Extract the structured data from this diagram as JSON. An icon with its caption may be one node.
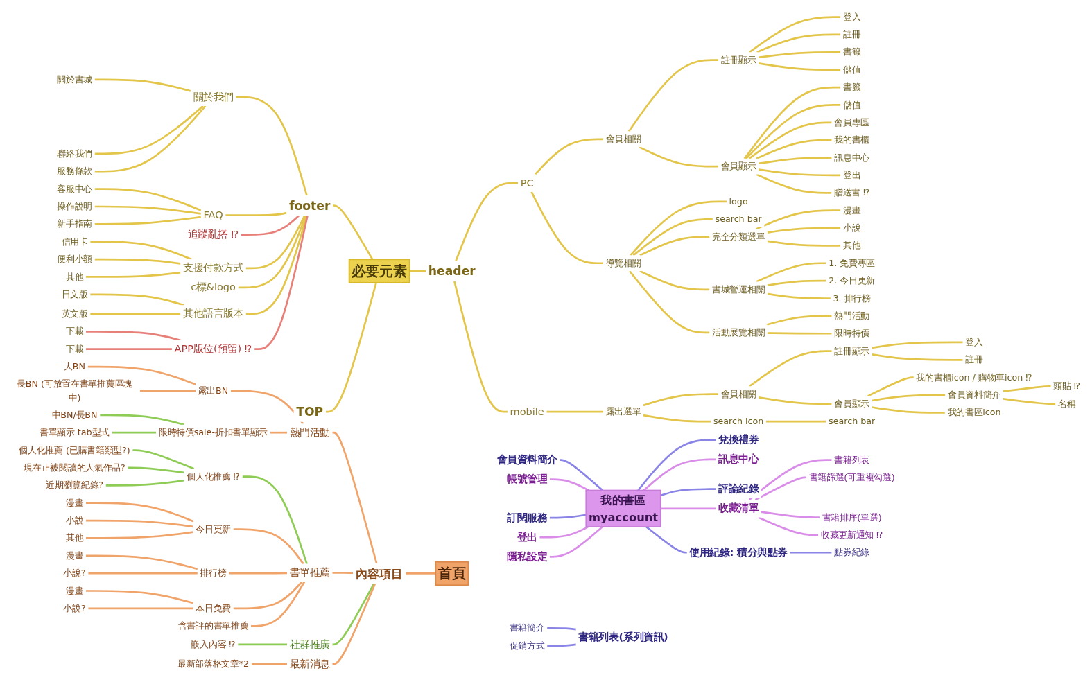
{
  "diagram": {
    "nodes": [
      {
        "text": [
          "必要元素"
        ]
      },
      {
        "text": [
          "header"
        ]
      },
      {
        "text": [
          "PC"
        ]
      },
      {
        "text": [
          "會員相關"
        ]
      },
      {
        "text": [
          "註冊顯示"
        ]
      },
      {
        "text": [
          "登入"
        ]
      },
      {
        "text": [
          "註冊"
        ]
      },
      {
        "text": [
          "書籤"
        ]
      },
      {
        "text": [
          "儲值"
        ]
      },
      {
        "text": [
          "會員顯示"
        ]
      },
      {
        "text": [
          "書籤"
        ]
      },
      {
        "text": [
          "儲值"
        ]
      },
      {
        "text": [
          "會員專區"
        ]
      },
      {
        "text": [
          "我的書櫃"
        ]
      },
      {
        "text": [
          "訊息中心"
        ]
      },
      {
        "text": [
          "登出"
        ]
      },
      {
        "text": [
          "贈送書 ⁉"
        ]
      },
      {
        "text": [
          "導覽相關"
        ]
      },
      {
        "text": [
          "logo"
        ]
      },
      {
        "text": [
          "search bar"
        ]
      },
      {
        "text": [
          "完全分類選單"
        ]
      },
      {
        "text": [
          "漫畫"
        ]
      },
      {
        "text": [
          "小說"
        ]
      },
      {
        "text": [
          "其他"
        ]
      },
      {
        "text": [
          "書城營運相關"
        ]
      },
      {
        "text": [
          "1. 免費專區"
        ]
      },
      {
        "text": [
          "2. 今日更新"
        ]
      },
      {
        "text": [
          "3. 排行榜"
        ]
      },
      {
        "text": [
          "活動展覽相關"
        ]
      },
      {
        "text": [
          "熱門活動"
        ]
      },
      {
        "text": [
          "限時特價"
        ]
      },
      {
        "text": [
          "mobile"
        ]
      },
      {
        "text": [
          "露出選單"
        ]
      },
      {
        "text": [
          "會員相關"
        ]
      },
      {
        "text": [
          "註冊顯示"
        ]
      },
      {
        "text": [
          "登入"
        ]
      },
      {
        "text": [
          "註冊"
        ]
      },
      {
        "text": [
          "會員顯示"
        ]
      },
      {
        "text": [
          "我的書櫃icon / 購物車icon ⁉"
        ]
      },
      {
        "text": [
          "會員資料簡介"
        ]
      },
      {
        "text": [
          "頭貼 ⁉"
        ]
      },
      {
        "text": [
          "名稱"
        ]
      },
      {
        "text": [
          "我的書區icon"
        ]
      },
      {
        "text": [
          "search icon"
        ]
      },
      {
        "text": [
          "search bar"
        ]
      },
      {
        "text": [
          "footer"
        ]
      },
      {
        "text": [
          "關於我們"
        ]
      },
      {
        "text": [
          "關於書城"
        ]
      },
      {
        "text": [
          "聯絡我們"
        ]
      },
      {
        "text": [
          "服務條款"
        ]
      },
      {
        "text": [
          "FAQ"
        ]
      },
      {
        "text": [
          "客服中心"
        ]
      },
      {
        "text": [
          "操作說明"
        ]
      },
      {
        "text": [
          "新手指南"
        ]
      },
      {
        "text": [
          "追蹤亂搭 ⁉"
        ]
      },
      {
        "text": [
          "支援付款方式"
        ]
      },
      {
        "text": [
          "信用卡"
        ]
      },
      {
        "text": [
          "便利小額"
        ]
      },
      {
        "text": [
          "其他"
        ]
      },
      {
        "text": [
          "c標&logo"
        ]
      },
      {
        "text": [
          "其他語言版本"
        ]
      },
      {
        "text": [
          "日文版"
        ]
      },
      {
        "text": [
          "英文版"
        ]
      },
      {
        "text": [
          "APP版位(預留) ⁉"
        ]
      },
      {
        "text": [
          "下載"
        ]
      },
      {
        "text": [
          "下載"
        ]
      },
      {
        "text": [
          "TOP"
        ]
      },
      {
        "text": [
          "首頁"
        ]
      },
      {
        "text": [
          "內容項目"
        ]
      },
      {
        "text": [
          "熱門活動"
        ]
      },
      {
        "text": [
          "露出BN"
        ]
      },
      {
        "text": [
          "大BN"
        ]
      },
      {
        "text": [
          "長BN (可放置在書單推薦區塊中)"
        ]
      },
      {
        "text": [
          "限時特價sale-折扣書單顯示"
        ]
      },
      {
        "text": [
          "中BN/長BN"
        ]
      },
      {
        "text": [
          "書單顯示 tab型式"
        ]
      },
      {
        "text": [
          "書單推薦"
        ]
      },
      {
        "text": [
          "個人化推薦 ⁉"
        ]
      },
      {
        "text": [
          "個人化推薦 (已購書籍類型?)"
        ]
      },
      {
        "text": [
          "現在正被閱讀的人氣作品?"
        ]
      },
      {
        "text": [
          "近期瀏覽紀錄?"
        ]
      },
      {
        "text": [
          "今日更新"
        ]
      },
      {
        "text": [
          "漫畫"
        ]
      },
      {
        "text": [
          "小說"
        ]
      },
      {
        "text": [
          "其他"
        ]
      },
      {
        "text": [
          "排行榜"
        ]
      },
      {
        "text": [
          "漫畫"
        ]
      },
      {
        "text": [
          "小說?"
        ]
      },
      {
        "text": [
          "本日免費"
        ]
      },
      {
        "text": [
          "漫畫"
        ]
      },
      {
        "text": [
          "小說?"
        ]
      },
      {
        "text": [
          "含書評的書單推薦"
        ]
      },
      {
        "text": [
          "社群推廣"
        ]
      },
      {
        "text": [
          "嵌入內容 ⁉"
        ]
      },
      {
        "text": [
          "最新消息"
        ]
      },
      {
        "text": [
          "最新部落格文章*2"
        ]
      },
      {
        "text": [
          "我的書區",
          "myaccount"
        ]
      },
      {
        "text": [
          "會員資料簡介"
        ]
      },
      {
        "text": [
          "帳號管理"
        ]
      },
      {
        "text": [
          "訂閱服務"
        ]
      },
      {
        "text": [
          "登出"
        ]
      },
      {
        "text": [
          "隱私設定"
        ]
      },
      {
        "text": [
          "兌換禮券"
        ]
      },
      {
        "text": [
          "訊息中心"
        ]
      },
      {
        "text": [
          "評論紀錄"
        ]
      },
      {
        "text": [
          "收藏清單"
        ]
      },
      {
        "text": [
          "書籍列表"
        ]
      },
      {
        "text": [
          "書籍篩選(可重複勾選)"
        ]
      },
      {
        "text": [
          "書籍排序(單選)"
        ]
      },
      {
        "text": [
          "收藏更新通知 ⁉"
        ]
      },
      {
        "text": [
          "使用紀錄: 積分與點券"
        ]
      },
      {
        "text": [
          "點券紀錄"
        ]
      },
      {
        "text": [
          "書籍列表(系列資訊)"
        ]
      },
      {
        "text": [
          "書籍簡介"
        ]
      },
      {
        "text": [
          "促銷方式"
        ]
      }
    ],
    "edges": [
      {
        "from": 0,
        "to": 1,
        "arrow": "none"
      },
      {
        "from": 1,
        "to": 2,
        "arrow": "none"
      },
      {
        "from": 2,
        "to": 3,
        "arrow": "none"
      },
      {
        "from": 3,
        "to": 4,
        "arrow": "none"
      },
      {
        "from": 4,
        "to": 5,
        "arrow": "none"
      },
      {
        "from": 4,
        "to": 6,
        "arrow": "none"
      },
      {
        "from": 4,
        "to": 7,
        "arrow": "none"
      },
      {
        "from": 4,
        "to": 8,
        "arrow": "none"
      },
      {
        "from": 3,
        "to": 9,
        "arrow": "none"
      },
      {
        "from": 9,
        "to": 10,
        "arrow": "none"
      },
      {
        "from": 9,
        "to": 11,
        "arrow": "none"
      },
      {
        "from": 9,
        "to": 12,
        "arrow": "none"
      },
      {
        "from": 9,
        "to": 13,
        "arrow": "none"
      },
      {
        "from": 9,
        "to": 14,
        "arrow": "none"
      },
      {
        "from": 9,
        "to": 15,
        "arrow": "none"
      },
      {
        "from": 9,
        "to": 16,
        "arrow": "none"
      },
      {
        "from": 2,
        "to": 17,
        "arrow": "none"
      },
      {
        "from": 17,
        "to": 18,
        "arrow": "none"
      },
      {
        "from": 17,
        "to": 19,
        "arrow": "none"
      },
      {
        "from": 17,
        "to": 20,
        "arrow": "none"
      },
      {
        "from": 20,
        "to": 21,
        "arrow": "none"
      },
      {
        "from": 20,
        "to": 22,
        "arrow": "none"
      },
      {
        "from": 20,
        "to": 23,
        "arrow": "none"
      },
      {
        "from": 17,
        "to": 24,
        "arrow": "none"
      },
      {
        "from": 24,
        "to": 25,
        "arrow": "none"
      },
      {
        "from": 24,
        "to": 26,
        "arrow": "none"
      },
      {
        "from": 24,
        "to": 27,
        "arrow": "none"
      },
      {
        "from": 17,
        "to": 28,
        "arrow": "none"
      },
      {
        "from": 28,
        "to": 29,
        "arrow": "none"
      },
      {
        "from": 28,
        "to": 30,
        "arrow": "none"
      },
      {
        "from": 1,
        "to": 31,
        "arrow": "none"
      },
      {
        "from": 31,
        "to": 32,
        "arrow": "none"
      },
      {
        "from": 32,
        "to": 33,
        "arrow": "none"
      },
      {
        "from": 33,
        "to": 34,
        "arrow": "none"
      },
      {
        "from": 34,
        "to": 35,
        "arrow": "none"
      },
      {
        "from": 34,
        "to": 36,
        "arrow": "none"
      },
      {
        "from": 33,
        "to": 37,
        "arrow": "none"
      },
      {
        "from": 37,
        "to": 38,
        "arrow": "none"
      },
      {
        "from": 37,
        "to": 39,
        "arrow": "none"
      },
      {
        "from": 39,
        "to": 40,
        "arrow": "none"
      },
      {
        "from": 39,
        "to": 41,
        "arrow": "none"
      },
      {
        "from": 37,
        "to": 42,
        "arrow": "none"
      },
      {
        "from": 32,
        "to": 43,
        "arrow": "none"
      },
      {
        "from": 43,
        "to": 44,
        "arrow": "none"
      },
      {
        "from": 0,
        "to": 45,
        "arrow": "none"
      },
      {
        "from": 45,
        "to": 46,
        "arrow": "none"
      },
      {
        "from": 46,
        "to": 47,
        "arrow": "none"
      },
      {
        "from": 46,
        "to": 48,
        "arrow": "none"
      },
      {
        "from": 46,
        "to": 49,
        "arrow": "none"
      },
      {
        "from": 45,
        "to": 50,
        "arrow": "none"
      },
      {
        "from": 50,
        "to": 51,
        "arrow": "none"
      },
      {
        "from": 50,
        "to": 52,
        "arrow": "none"
      },
      {
        "from": 50,
        "to": 53,
        "arrow": "none"
      },
      {
        "from": 45,
        "to": 54,
        "arrow": "none",
        "color": "#e8807a"
      },
      {
        "from": 45,
        "to": 55,
        "arrow": "none"
      },
      {
        "from": 55,
        "to": 56,
        "arrow": "none"
      },
      {
        "from": 55,
        "to": 57,
        "arrow": "none"
      },
      {
        "from": 55,
        "to": 58,
        "arrow": "none"
      },
      {
        "from": 45,
        "to": 59,
        "arrow": "none"
      },
      {
        "from": 45,
        "to": 60,
        "arrow": "none"
      },
      {
        "from": 60,
        "to": 61,
        "arrow": "none"
      },
      {
        "from": 60,
        "to": 62,
        "arrow": "none"
      },
      {
        "from": 45,
        "to": 63,
        "arrow": "none",
        "color": "#e8807a"
      },
      {
        "from": 63,
        "to": 64,
        "arrow": "none",
        "color": "#e8807a"
      },
      {
        "from": 63,
        "to": 65,
        "arrow": "none",
        "color": "#e8807a"
      },
      {
        "from": 0,
        "to": 66,
        "arrow": "none"
      },
      {
        "from": 67,
        "to": 68,
        "arrow": "none",
        "color": "#f0a46a"
      },
      {
        "from": 68,
        "to": 69,
        "arrow": "none",
        "color": "#f0a46a"
      },
      {
        "from": 69,
        "to": 70,
        "arrow": "none",
        "color": "#f0a46a"
      },
      {
        "from": 70,
        "to": 71,
        "arrow": "none",
        "color": "#f0a46a"
      },
      {
        "from": 70,
        "to": 72,
        "arrow": "none",
        "color": "#f0a46a"
      },
      {
        "from": 69,
        "to": 73,
        "arrow": "none",
        "color": "#f0a46a"
      },
      {
        "from": 73,
        "to": 74,
        "arrow": "none",
        "color": "#8fcc55"
      },
      {
        "from": 73,
        "to": 75,
        "arrow": "none",
        "color": "#8fcc55"
      },
      {
        "from": 68,
        "to": 76,
        "arrow": "none",
        "color": "#f0a46a"
      },
      {
        "from": 76,
        "to": 77,
        "arrow": "none",
        "color": "#8fcc55"
      },
      {
        "from": 77,
        "to": 78,
        "arrow": "none",
        "color": "#8fcc55"
      },
      {
        "from": 77,
        "to": 79,
        "arrow": "none",
        "color": "#8fcc55"
      },
      {
        "from": 77,
        "to": 80,
        "arrow": "none",
        "color": "#8fcc55"
      },
      {
        "from": 76,
        "to": 81,
        "arrow": "none",
        "color": "#f0a46a"
      },
      {
        "from": 81,
        "to": 82,
        "arrow": "none",
        "color": "#f0a46a"
      },
      {
        "from": 81,
        "to": 83,
        "arrow": "none",
        "color": "#f0a46a"
      },
      {
        "from": 81,
        "to": 84,
        "arrow": "none",
        "color": "#f0a46a"
      },
      {
        "from": 76,
        "to": 85,
        "arrow": "none",
        "color": "#f0a46a"
      },
      {
        "from": 85,
        "to": 86,
        "arrow": "none",
        "color": "#f0a46a"
      },
      {
        "from": 85,
        "to": 87,
        "arrow": "none",
        "color": "#f0a46a"
      },
      {
        "from": 76,
        "to": 88,
        "arrow": "none",
        "color": "#f0a46a"
      },
      {
        "from": 88,
        "to": 89,
        "arrow": "none",
        "color": "#f0a46a"
      },
      {
        "from": 88,
        "to": 90,
        "arrow": "none",
        "color": "#f0a46a"
      },
      {
        "from": 76,
        "to": 91,
        "arrow": "none",
        "color": "#f0a46a"
      },
      {
        "from": 68,
        "to": 92,
        "arrow": "none",
        "color": "#8fcc55"
      },
      {
        "from": 92,
        "to": 93,
        "arrow": "none",
        "color": "#8fcc55"
      },
      {
        "from": 68,
        "to": 94,
        "arrow": "none",
        "color": "#f0a46a"
      },
      {
        "from": 94,
        "to": 95,
        "arrow": "none",
        "color": "#f0a46a"
      },
      {
        "from": 96,
        "to": 97,
        "arrow": "none",
        "color": "#8a84e6"
      },
      {
        "from": 96,
        "to": 98,
        "arrow": "none",
        "color": "#d98ce8"
      },
      {
        "from": 96,
        "to": 99,
        "arrow": "none",
        "color": "#8a84e6"
      },
      {
        "from": 96,
        "to": 100,
        "arrow": "none",
        "color": "#d98ce8"
      },
      {
        "from": 96,
        "to": 101,
        "arrow": "none",
        "color": "#d98ce8"
      },
      {
        "from": 96,
        "to": 102,
        "arrow": "none",
        "color": "#8a84e6"
      },
      {
        "from": 96,
        "to": 103,
        "arrow": "none",
        "color": "#d98ce8"
      },
      {
        "from": 96,
        "to": 104,
        "arrow": "none",
        "color": "#8a84e6"
      },
      {
        "from": 96,
        "to": 105,
        "arrow": "none",
        "color": "#d98ce8"
      },
      {
        "from": 105,
        "to": 106,
        "arrow": "none",
        "color": "#d98ce8"
      },
      {
        "from": 105,
        "to": 107,
        "arrow": "none",
        "color": "#d98ce8"
      },
      {
        "from": 105,
        "to": 108,
        "arrow": "none",
        "color": "#d98ce8"
      },
      {
        "from": 105,
        "to": 109,
        "arrow": "none",
        "color": "#d98ce8"
      },
      {
        "from": 96,
        "to": 110,
        "arrow": "none",
        "color": "#8a84e6"
      },
      {
        "from": 110,
        "to": 111,
        "arrow": "none",
        "color": "#8a84e6"
      },
      {
        "from": 112,
        "to": 113,
        "arrow": "none",
        "color": "#8a84e6"
      },
      {
        "from": 112,
        "to": 114,
        "arrow": "none",
        "color": "#8a84e6"
      }
    ]
  }
}
